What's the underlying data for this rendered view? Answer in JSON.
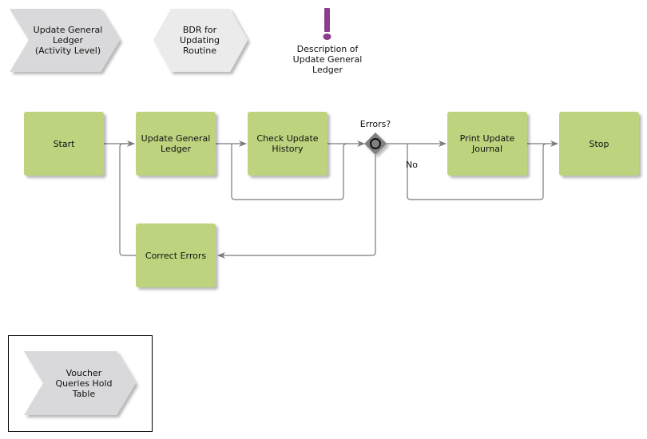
{
  "header_shapes": [
    {
      "id": "activity",
      "shape": "chevron",
      "label": "Update General\nLedger\n(Activity Level)"
    },
    {
      "id": "bdr",
      "shape": "hexagon",
      "label": "BDR for\nUpdating\nRoutine"
    },
    {
      "id": "description",
      "shape": "exclamation",
      "icon": "exclamation-icon",
      "label": "Description of\nUpdate General\nLedger"
    }
  ],
  "nodes": {
    "start": "Start",
    "update_gl": "Update General\nLedger",
    "check_history": "Check Update\nHistory",
    "gateway_label": "Errors?",
    "print_journal": "Print Update\nJournal",
    "stop": "Stop",
    "correct_errors": "Correct Errors"
  },
  "edge_labels": {
    "no": "No"
  },
  "legend": {
    "label": "Voucher\nQueries Hold\nTable"
  },
  "colors": {
    "task_fill": "#bdd37e",
    "chevron_fill": "#d9d9db",
    "hexagon_fill": "#ebebeb",
    "gateway_fill": "#808080",
    "exclamation": "#8e3d8e",
    "connector": "#7a7a7a"
  }
}
